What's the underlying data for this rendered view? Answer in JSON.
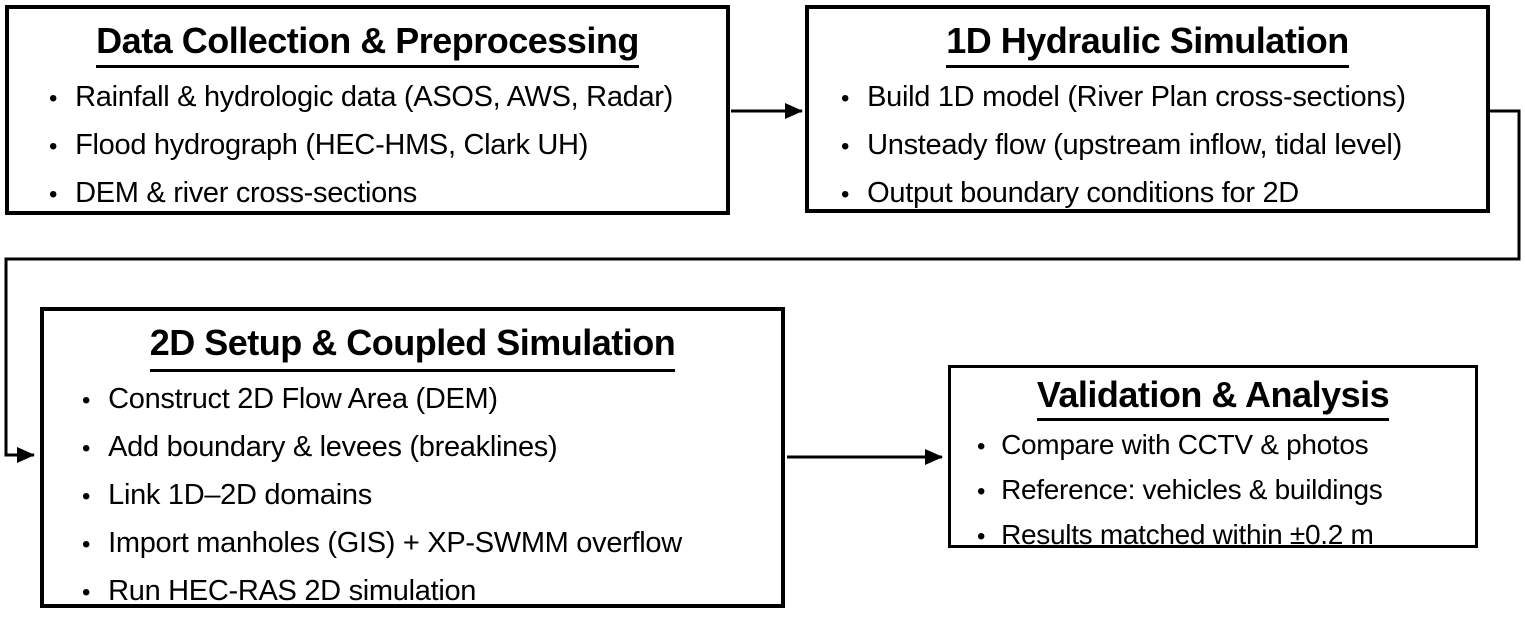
{
  "boxes": [
    {
      "title": "Data Collection & Preprocessing",
      "items": [
        "Rainfall & hydrologic data (ASOS, AWS, Radar)",
        "Flood hydrograph (HEC-HMS, Clark UH)",
        "DEM & river cross-sections"
      ]
    },
    {
      "title": "1D Hydraulic Simulation",
      "items": [
        "Build 1D model (River Plan cross-sections)",
        "Unsteady flow (upstream inflow, tidal level)",
        "Output boundary conditions for 2D"
      ]
    },
    {
      "title": "2D Setup & Coupled Simulation",
      "items": [
        "Construct 2D Flow Area (DEM)",
        "Add boundary & levees (breaklines)",
        "Link 1D–2D domains",
        "Import manholes (GIS) + XP-SWMM overflow",
        "Run HEC-RAS 2D simulation"
      ]
    },
    {
      "title": "Validation & Analysis",
      "items": [
        "Compare with CCTV & photos",
        "Reference: vehicles & buildings",
        "Results matched within ±0.2 m"
      ]
    }
  ],
  "colors": {
    "border": "#000000",
    "line": "#000000",
    "text": "#000000",
    "background": "#ffffff"
  }
}
